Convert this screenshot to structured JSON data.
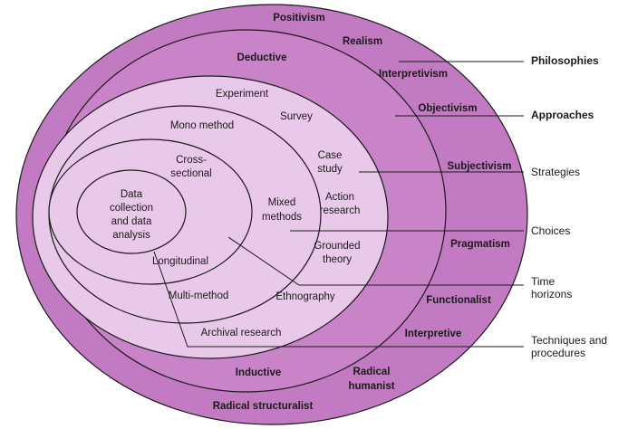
{
  "colors": {
    "outer_fill": "#c27bc2",
    "middle_fill": "#c983c9",
    "inner_fill": "#e9c9e9",
    "outline": "#1a1a1a",
    "text": "#1a1a1a"
  },
  "rings": {
    "philosophies": {
      "positivism": "Positivism",
      "realism": "Realism",
      "interpretivism": "Interpretivism",
      "objectivism": "Objectivism",
      "subjectivism": "Subjectivism",
      "pragmatism": "Pragmatism",
      "functionalist": "Functionalist",
      "interpretive": "Interpretive",
      "radical_humanist_1": "Radical",
      "radical_humanist_2": "humanist",
      "radical_structuralist": "Radical structuralist"
    },
    "approaches": {
      "deductive": "Deductive",
      "inductive": "Inductive"
    },
    "strategies": {
      "experiment": "Experiment",
      "survey": "Survey",
      "case_study_1": "Case",
      "case_study_2": "study",
      "action_research_1": "Action",
      "action_research_2": "research",
      "grounded_theory_1": "Grounded",
      "grounded_theory_2": "theory",
      "ethnography": "Ethnography",
      "archival_research": "Archival research"
    },
    "choices": {
      "mono_method": "Mono method",
      "mixed_methods_1": "Mixed",
      "mixed_methods_2": "methods",
      "multi_method": "Multi-method"
    },
    "time_horizons": {
      "cross_sectional_1": "Cross-",
      "cross_sectional_2": "sectional",
      "longitudinal": "Longitudinal"
    },
    "core": {
      "line1": "Data",
      "line2": "collection",
      "line3": "and data",
      "line4": "analysis"
    }
  },
  "side_labels": {
    "philosophies": "Philosophies",
    "approaches": "Approaches",
    "strategies": "Strategies",
    "choices": "Choices",
    "time_horizons_1": "Time",
    "time_horizons_2": "horizons",
    "techniques_1": "Techniques and",
    "techniques_2": "procedures"
  }
}
